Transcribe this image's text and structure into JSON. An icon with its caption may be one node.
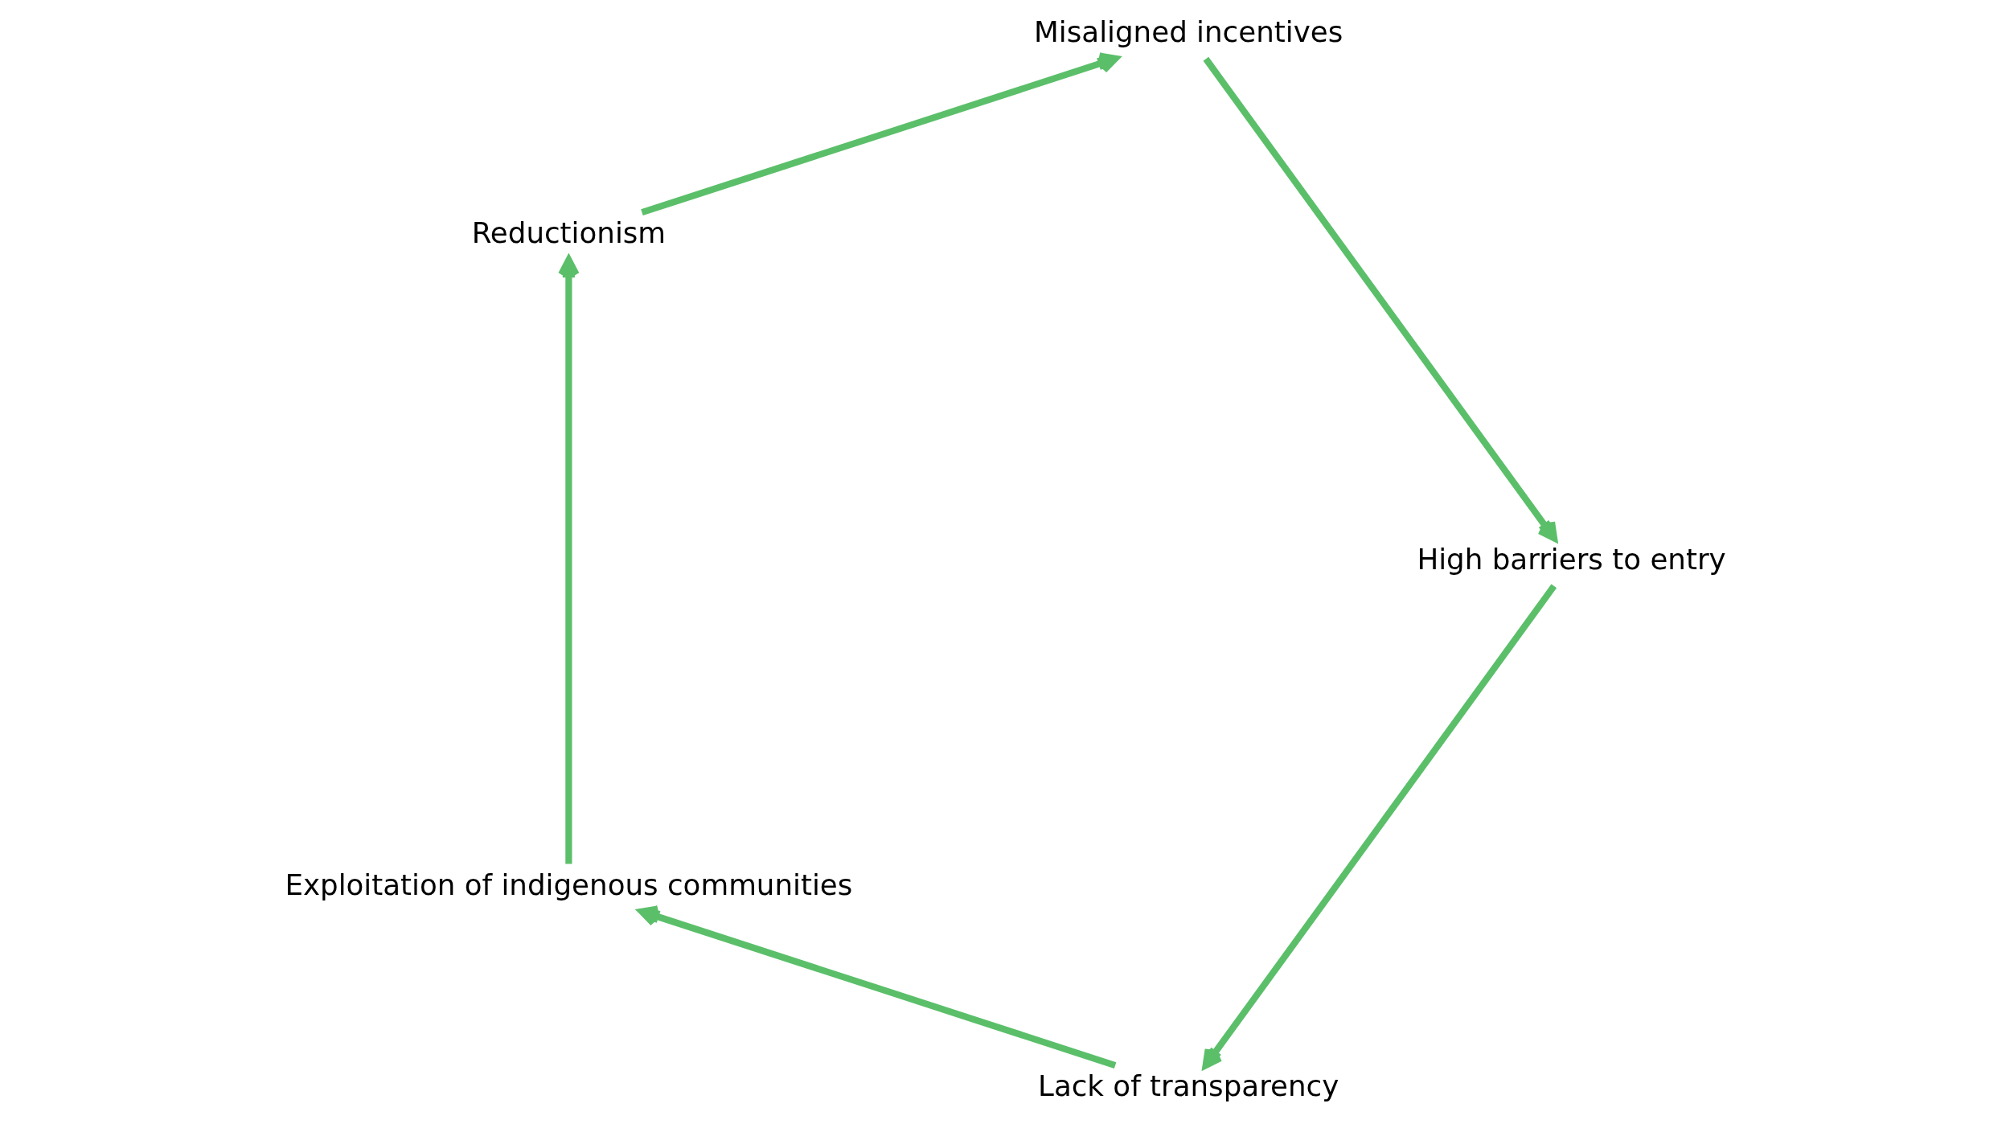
{
  "diagram": {
    "nodes": [
      {
        "text": [
          "Lack of transparency"
        ]
      },
      {
        "text": [
          "Exploitation of indigenous communities"
        ]
      },
      {
        "text": [
          "Reductionism"
        ]
      },
      {
        "text": [
          "Misaligned incentives"
        ]
      },
      {
        "text": [
          "High barriers to entry"
        ]
      }
    ],
    "edges": [
      {
        "from": 0,
        "to": 1,
        "arrow": "to"
      },
      {
        "from": 1,
        "to": 2,
        "arrow": "to"
      },
      {
        "from": 2,
        "to": 3,
        "arrow": "to"
      },
      {
        "from": 3,
        "to": 4,
        "arrow": "to"
      },
      {
        "from": 4,
        "to": 0,
        "arrow": "to"
      }
    ]
  }
}
